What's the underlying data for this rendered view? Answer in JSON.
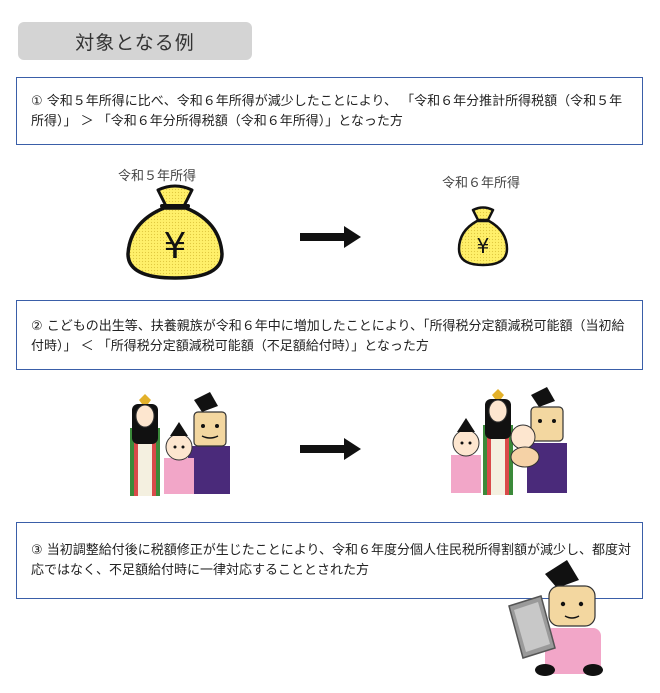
{
  "title": "対象となる例",
  "cases": [
    {
      "text": "① 令和５年所得に比べ、令和６年所得が減少したことにより、 「令和６年分推計所得税額（令和５年所得）」 ＞ 「令和６年分所得税額（令和６年所得）」となった方"
    },
    {
      "text": "② こどもの出生等、扶養親族が令和６年中に増加したことにより、「所得税分定額減税可能額（当初給付時）」 ＜ 「所得税分定額減税可能額（不足額給付時）」となった方"
    },
    {
      "text": "③ 当初調整給付後に税額修正が生じたことにより、令和６年度分個人住民税所得割額が減少し、都度対応ではなく、不足額給付時に一律対応することとされた方"
    }
  ],
  "income_labels": {
    "before": "令和５年所得",
    "after": "令和６年所得"
  },
  "yen_symbol": "¥",
  "colors": {
    "box_border": "#3a5ea8",
    "title_bg": "#d4d4d4",
    "money_bag": "#fff27a"
  },
  "icons": [
    "money-bag-large-icon",
    "money-bag-small-icon",
    "right-arrow-icon",
    "family-icon",
    "person-laptop-icon"
  ]
}
